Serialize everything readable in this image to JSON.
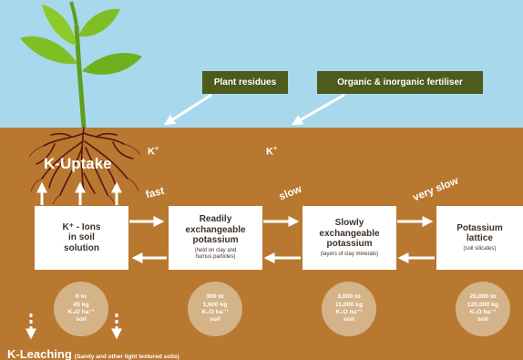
{
  "banners": {
    "plant_residues": "Plant residues",
    "fertiliser": "Organic & inorganic fertiliser"
  },
  "k_plus": "K",
  "k_plus_sup": "+",
  "uptake_label": "K-Uptake",
  "rates": {
    "fast": "fast",
    "slow": "slow",
    "very_slow": "very slow"
  },
  "pools": [
    {
      "title": "K⁺ - Ions\nin soil\nsolution",
      "subtitle": ""
    },
    {
      "title": "Readily\nexchangeable\npotassium",
      "subtitle": "(held on clay and\nhumus particles)"
    },
    {
      "title": "Slowly\nexchangeable\npotassium",
      "subtitle": "(layers of clay minerals)"
    },
    {
      "title": "Potassium\nlattice",
      "subtitle": "(soil silicates)"
    }
  ],
  "amounts": [
    "6 to\n45 kg\nK₂O ha⁻¹\nsoil",
    "300 to\n1,600 kg\nK₂O ha⁻¹\nsoil",
    "3,000 to\n11,000 kg\nK₂O ha⁻¹\nsoil",
    "20,000 to\n120,000 kg\nK₂O ha⁻¹\nsoil"
  ],
  "leaching": {
    "label": "K-Leaching",
    "note": "(Sandy and other light textured soils)"
  },
  "colors": {
    "sky": "#a8d8ec",
    "soil": "#b8782f",
    "banner": "#4e5b1c",
    "circle": "#d4b388",
    "leaf": "#7fbf25",
    "root": "#5a1414"
  }
}
